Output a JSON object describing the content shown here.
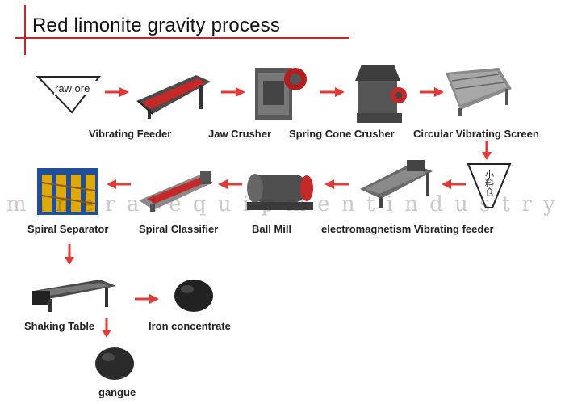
{
  "title": "Red limonite gravity process",
  "hopper_text": "小料仓",
  "raw_ore_text": "raw ore",
  "watermark_text": "m i n e r a l e q u i p m e n t i n d u s t r y . c o m",
  "colors": {
    "arrow": "#e53935",
    "accent": "#c62828",
    "machine_dark": "#3a3a3a",
    "machine_red": "#c62828",
    "concentrate": "#222222"
  },
  "steps": {
    "vibrating_feeder": "Vibrating Feeder",
    "jaw_crusher": "Jaw Crusher",
    "spring_cone_crusher": "Spring Cone Crusher",
    "circular_vibrating_screen": "Circular Vibrating Screen",
    "electromagnetism_vibrating_feeder": "electromagnetism Vibrating feeder",
    "ball_mill": "Ball Mill",
    "spiral_classifier": "Spiral Classifier",
    "spiral_separator": "Spiral Separator",
    "shaking_table": "Shaking Table",
    "iron_concentrate": "Iron concentrate",
    "gangue": "gangue"
  }
}
